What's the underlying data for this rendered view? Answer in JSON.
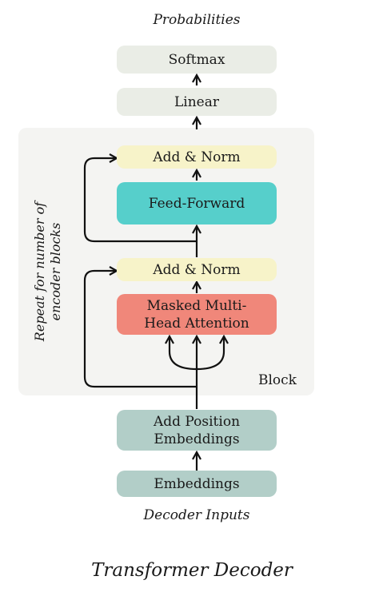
{
  "top_label": "Probabilities",
  "bottom_label": "Decoder Inputs",
  "caption": "Transformer Decoder",
  "block_label": "Block",
  "repeat_note": "Repeat  for number of encoder blocks",
  "boxes": {
    "softmax": "Softmax",
    "linear": "Linear",
    "add_norm_top": "Add & Norm",
    "feed_forward": "Feed-Forward",
    "add_norm_bottom": "Add & Norm",
    "masked_attention": "Masked Multi-Head Attention",
    "add_position": "Add Position Embeddings",
    "embeddings": "Embeddings"
  },
  "colors": {
    "gray_box": "#eaede6",
    "yellow_box": "#f7f3c9",
    "teal_box": "#56cfcb",
    "salmon_box": "#f0877a",
    "sage_box": "#b2cec8",
    "panel": "#f4f4f2"
  }
}
